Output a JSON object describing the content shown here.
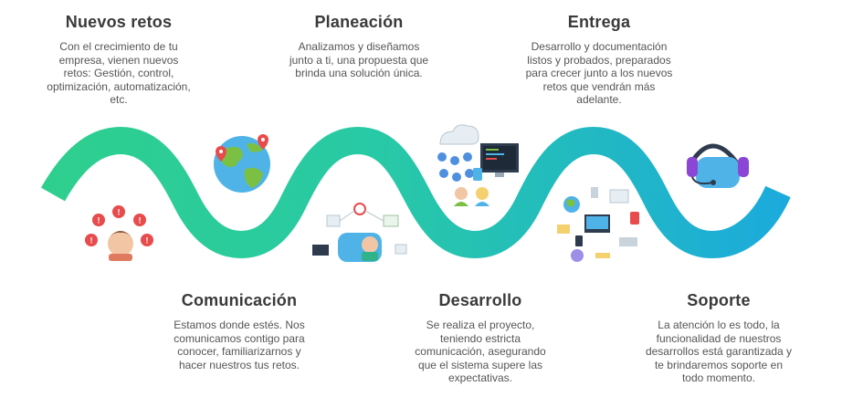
{
  "steps": [
    {
      "title": "Nuevos retos",
      "text": "Con el crecimiento de tu empresa, vienen nuevos retos: Gestión, control, optimización, automatización, etc."
    },
    {
      "title": "Comunicación",
      "text": "Estamos donde estés. Nos comunicamos contigo para conocer, familiarizarnos y hacer nuestros tus retos."
    },
    {
      "title": "Planeación",
      "text": "Analizamos y diseñamos junto a ti, una propuesta que brinda una solución única."
    },
    {
      "title": "Desarrollo",
      "text": "Se realiza el proyecto, teniendo estricta comunicación, asegurando que el sistema supere las expectativas."
    },
    {
      "title": "Entrega",
      "text": "Desarrollo y documentación listos y probados, preparados para crecer junto a los nuevos retos que vendrán más adelante."
    },
    {
      "title": "Soporte",
      "text": "La atención lo es todo, la funcionalidad de nuestros desarrollos está garantizada y te brindaremos soporte en todo momento."
    }
  ],
  "colors": {
    "wave_start": "#2fd08a",
    "wave_end": "#1aa6e4",
    "alert_red": "#e84b4b",
    "globe_blue": "#4fb3e8",
    "globe_green": "#7bc043",
    "headset_purple": "#8b46d6"
  },
  "icons": {
    "step1": "alert-person-icon",
    "step2": "globe-icon",
    "step3": "workflow-icon",
    "step4": "cloud-network-icon",
    "step5": "devices-icon",
    "step6": "headset-icon"
  }
}
